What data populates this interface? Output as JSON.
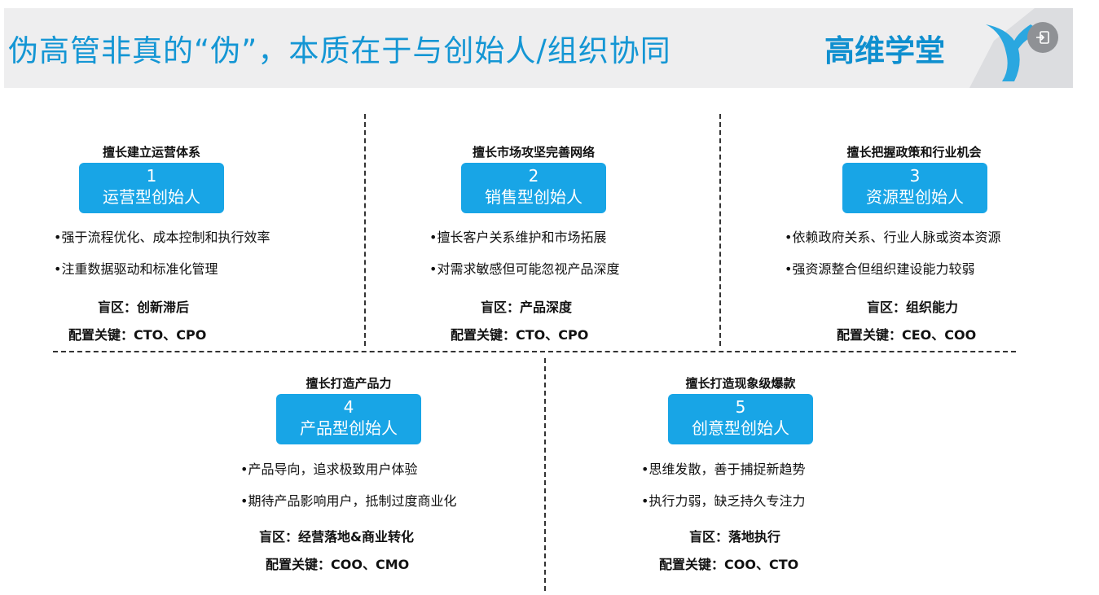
{
  "header": {
    "title": "伪高管非真的“伪”，本质在于与创始人/组织协同",
    "brand": "高维学堂"
  },
  "founders": [
    {
      "skill": "擅长建立运营体系",
      "number": "1",
      "name": "运营型创始人",
      "bullets": [
        "•强于流程优化、成本控制和执行效率",
        "•注重数据驱动和标准化管理"
      ],
      "blind_spot": "盲区：创新滞后",
      "config": "配置关键：CTO、CPO"
    },
    {
      "skill": "擅长市场攻坚完善网络",
      "number": "2",
      "name": "销售型创始人",
      "bullets": [
        "•擅长客户关系维护和市场拓展",
        "•对需求敏感但可能忽视产品深度"
      ],
      "blind_spot": "盲区：产品深度",
      "config": "配置关键：CTO、CPO"
    },
    {
      "skill": "擅长把握政策和行业机会",
      "number": "3",
      "name": "资源型创始人",
      "bullets": [
        "•依赖政府关系、行业人脉或资本资源",
        "•强资源整合但组织建设能力较弱"
      ],
      "blind_spot": "盲区：组织能力",
      "config": "配置关键：CEO、COO"
    },
    {
      "skill": "擅长打造产品力",
      "number": "4",
      "name": "产品型创始人",
      "bullets": [
        "•产品导向，追求极致用户体验",
        "•期待产品影响用户，抵制过度商业化"
      ],
      "blind_spot": "盲区：经营落地&商业转化",
      "config": "配置关键：COO、CMO"
    },
    {
      "skill": "擅长打造现象级爆款",
      "number": "5",
      "name": "创意型创始人",
      "bullets": [
        "•思维发散，善于捕捉新趋势",
        "•执行力弱，缺乏持久专注力"
      ],
      "blind_spot": "盲区：落地执行",
      "config": "配置关键：COO、CTO"
    }
  ],
  "colors": {
    "title": "#1496d4",
    "badge": "#18a5e6",
    "header_bg": "#eeeeef"
  }
}
